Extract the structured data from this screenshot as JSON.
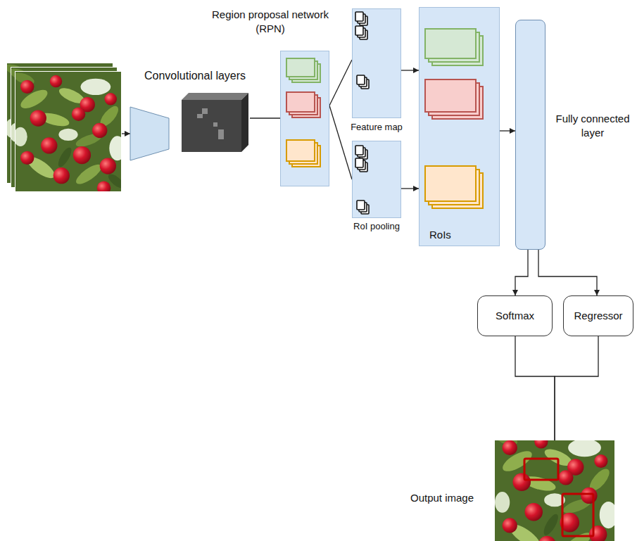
{
  "diagram": {
    "nodes": [
      {
        "text": [
          "Convolutional layers"
        ]
      },
      {
        "text": [
          "Region proposal network (RPN)"
        ]
      },
      {
        "text": [
          "Feature map"
        ]
      },
      {
        "text": [
          "RoI pooling"
        ]
      },
      {
        "text": [
          "RoIs"
        ]
      },
      {
        "text": [
          "Fully connected layer"
        ]
      },
      {
        "text": [
          "Softmax"
        ]
      },
      {
        "text": [
          "Regressor"
        ]
      },
      {
        "text": [
          "Output image"
        ]
      }
    ],
    "edges": [
      {
        "from": 0,
        "to": 1,
        "arrow": "none"
      },
      {
        "from": 1,
        "to": 2,
        "arrow": "none"
      },
      {
        "from": 1,
        "to": 3,
        "arrow": "none"
      },
      {
        "from": 2,
        "to": 4,
        "arrow": "to"
      },
      {
        "from": 3,
        "to": 4,
        "arrow": "to"
      },
      {
        "from": 4,
        "to": 5,
        "arrow": "to"
      },
      {
        "from": 5,
        "to": 6,
        "arrow": "to"
      },
      {
        "from": 5,
        "to": 7,
        "arrow": "to"
      },
      {
        "from": 6,
        "to": 8,
        "arrow": "to"
      },
      {
        "from": 7,
        "to": 8,
        "arrow": "to"
      }
    ]
  }
}
